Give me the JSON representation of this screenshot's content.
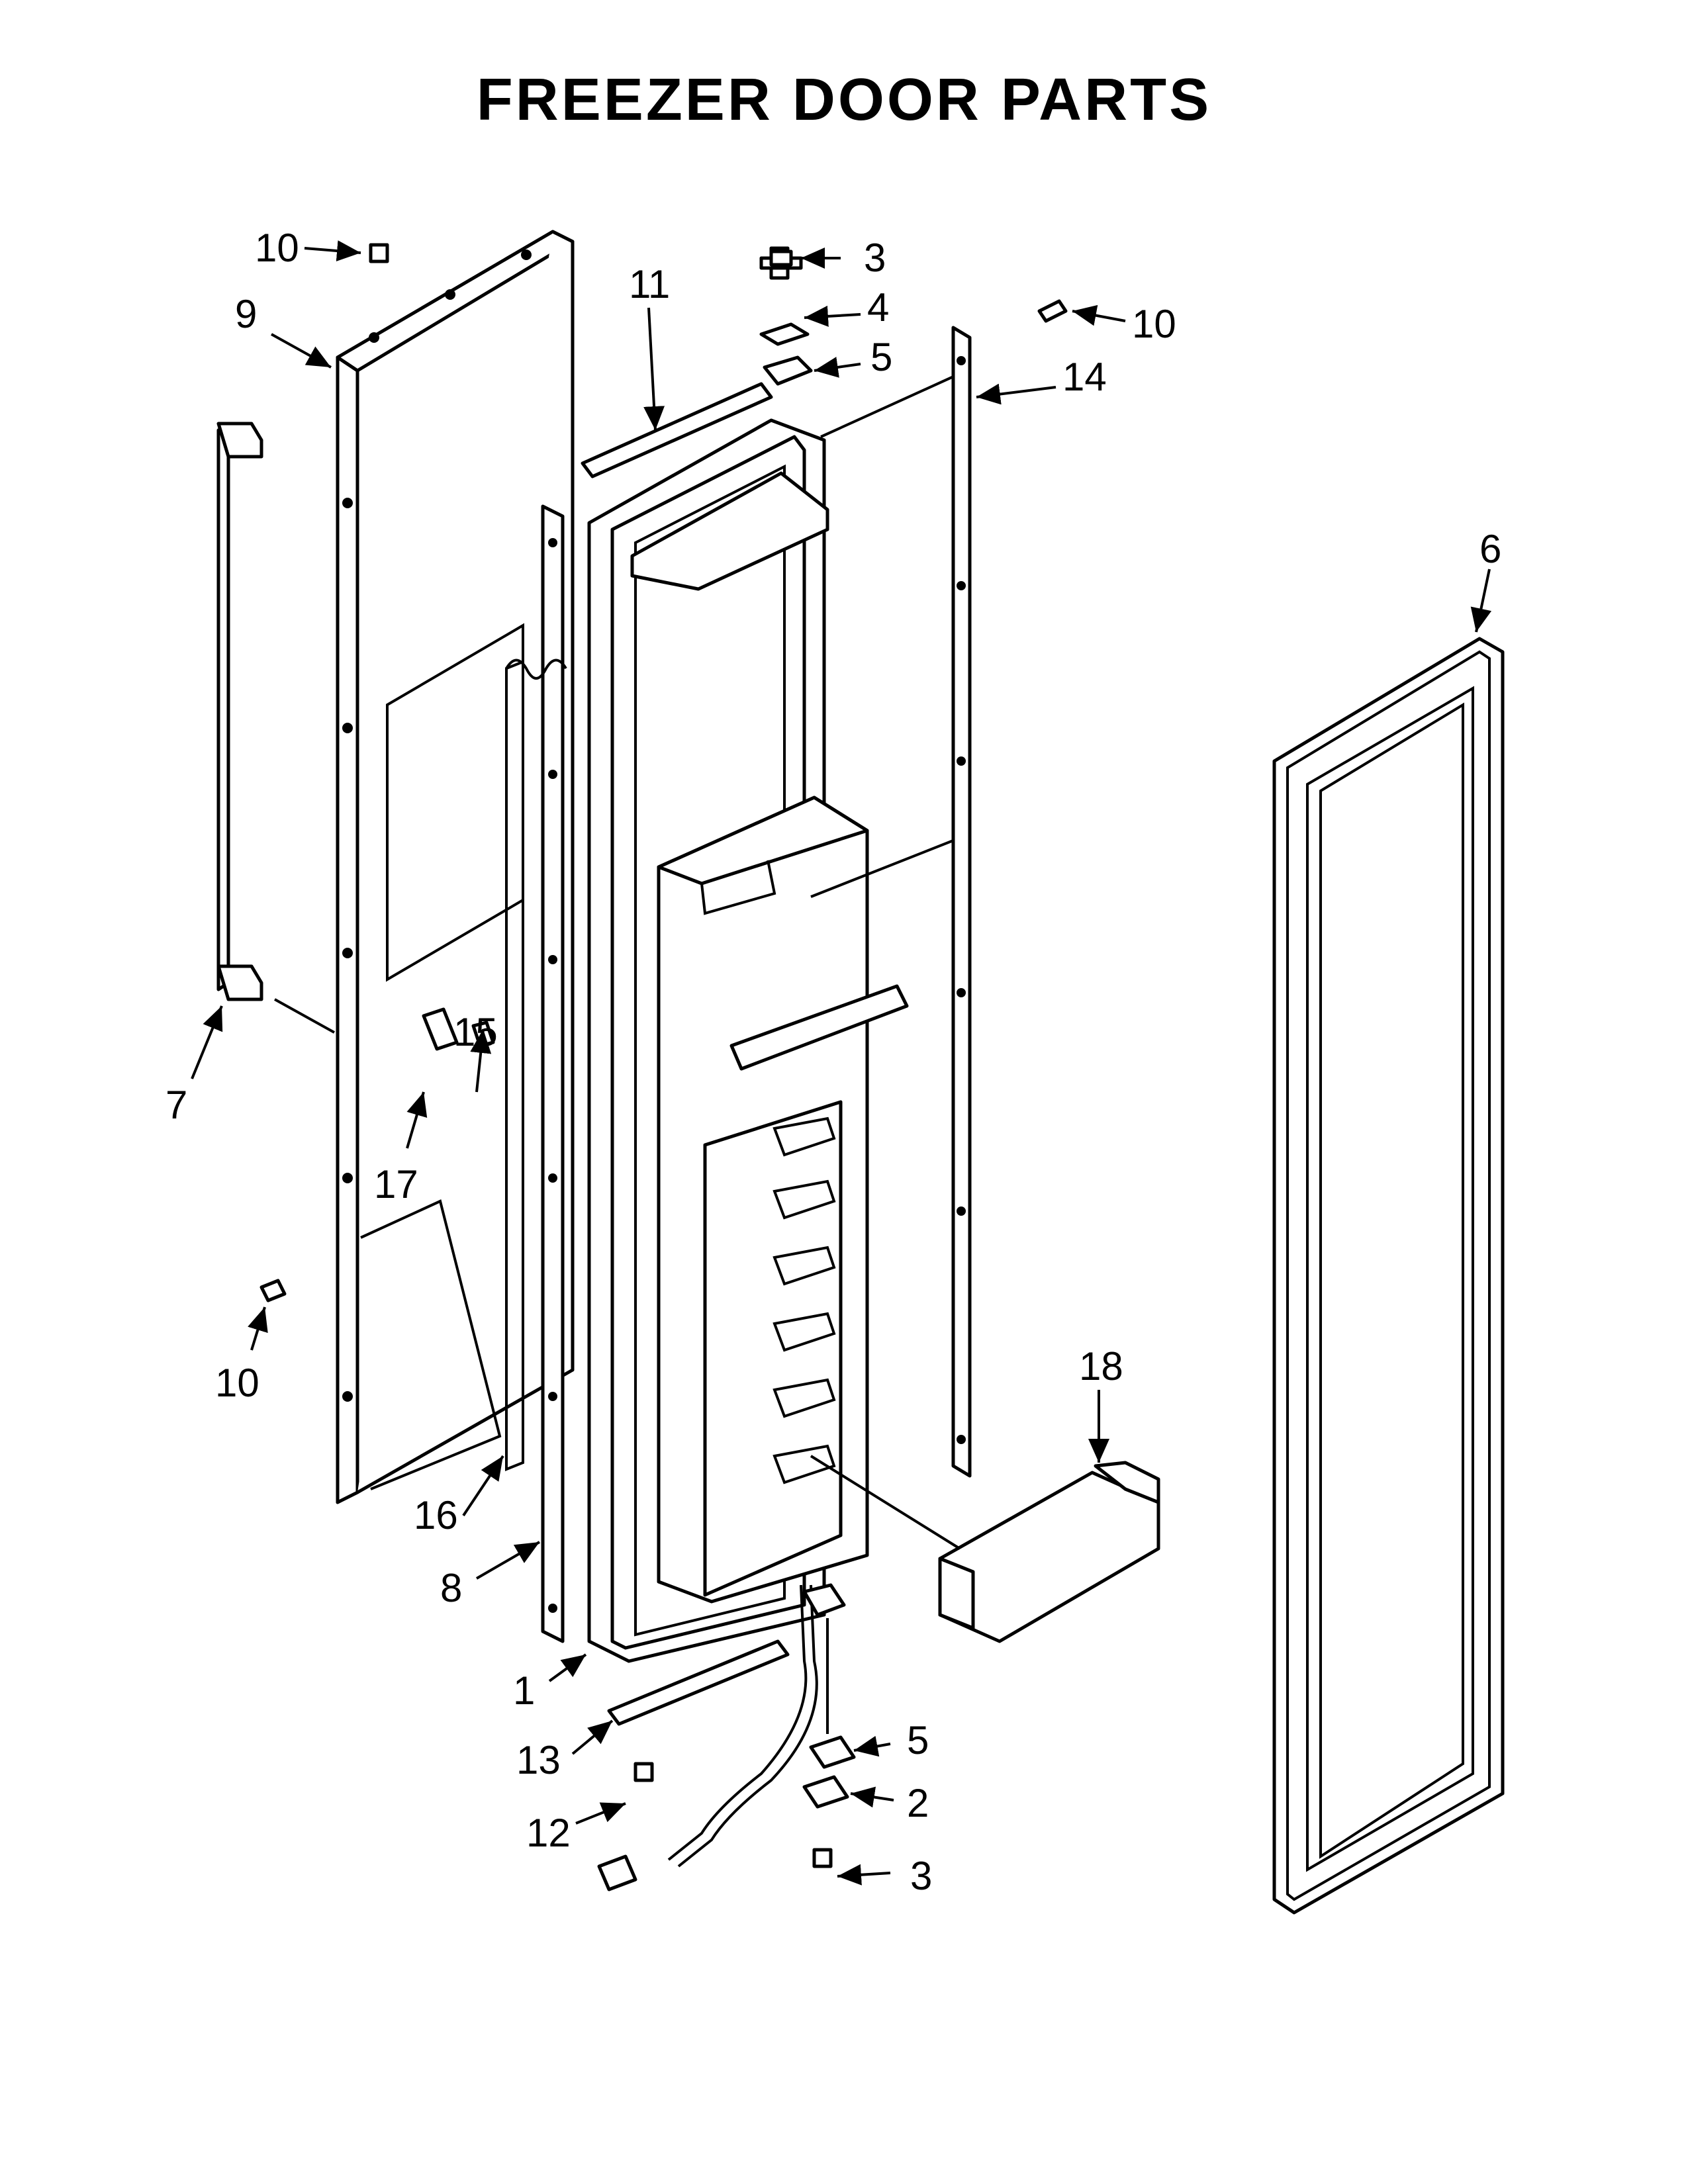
{
  "title": "FREEZER DOOR PARTS",
  "callouts": [
    "10",
    "9",
    "11",
    "3",
    "4",
    "5",
    "10",
    "14",
    "6",
    "7",
    "15",
    "17",
    "10",
    "16",
    "8",
    "18",
    "1",
    "13",
    "5",
    "2",
    "12",
    "3"
  ]
}
